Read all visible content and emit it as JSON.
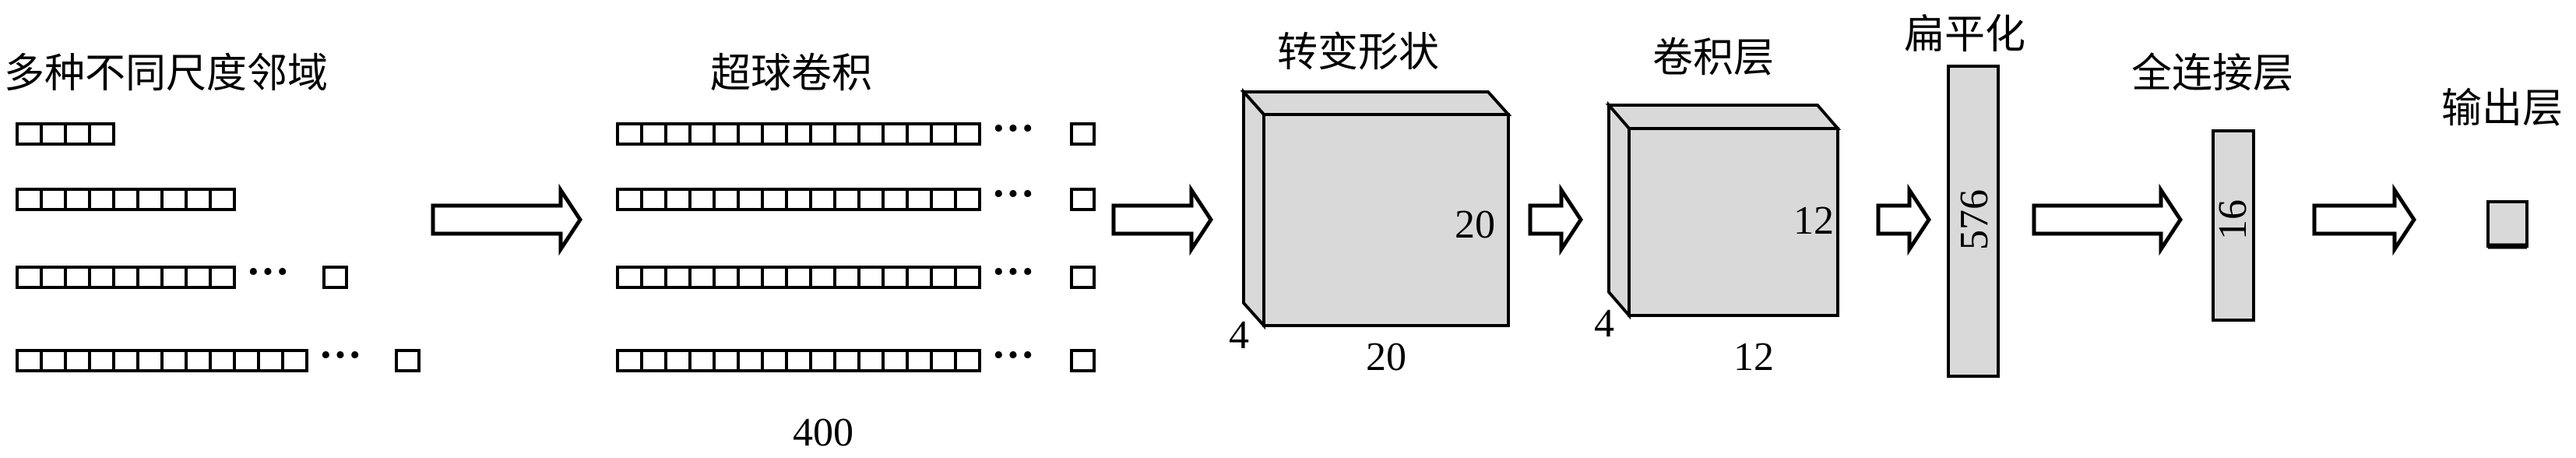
{
  "labels": {
    "multi_scale_neighborhoods": "多种不同尺度邻域",
    "hypersphere_convolution": "超球卷积",
    "reshape": "转变形状",
    "conv_layer": "卷积层",
    "flatten": "扁平化",
    "fully_connected": "全连接层",
    "output_layer": "输出层"
  },
  "hypersphere_width": "400",
  "reshape_block": {
    "height": "20",
    "width": "20",
    "depth": "4"
  },
  "conv_block": {
    "height": "12",
    "width": "12",
    "depth": "4"
  },
  "flatten_size": "576",
  "fc_size": "16",
  "ellipsis": "···",
  "neighborhood_rows": [
    {
      "boxes": 4,
      "ellipsis": false
    },
    {
      "boxes": 9,
      "ellipsis": false
    },
    {
      "boxes": 9,
      "ellipsis": true
    },
    {
      "boxes": 12,
      "ellipsis": true
    }
  ],
  "hypersphere_rows": [
    {
      "boxes": 15,
      "ellipsis": true
    },
    {
      "boxes": 15,
      "ellipsis": true
    },
    {
      "boxes": 15,
      "ellipsis": true
    },
    {
      "boxes": 15,
      "ellipsis": true
    }
  ],
  "colors": {
    "block_fill": "#d9d9d9",
    "block_side": "#bfbfbf",
    "stroke": "#000000"
  }
}
